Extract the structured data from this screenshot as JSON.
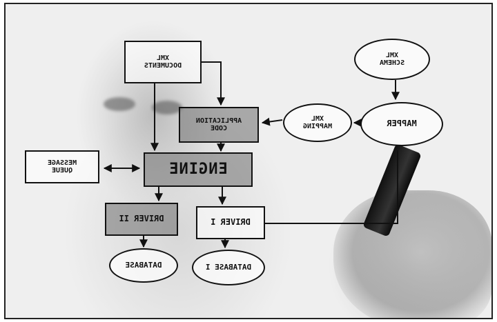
{
  "diagram": {
    "nodes": {
      "xml_documents": "XML\nDOCUMENTS",
      "application_code": "APPLICATION\nCODE",
      "engine": "ENGINE",
      "message_queue": "MESSAGE\nQUEUE",
      "driver_2": "DRIVER II",
      "driver_1": "DRIVER I",
      "database_2": "DATABASE",
      "database_1": "DATABASE I",
      "xml_mapping": "XML\nMAPPING",
      "mapper": "MAPPER",
      "xml_schema": "XML\nSCHEMA"
    }
  }
}
